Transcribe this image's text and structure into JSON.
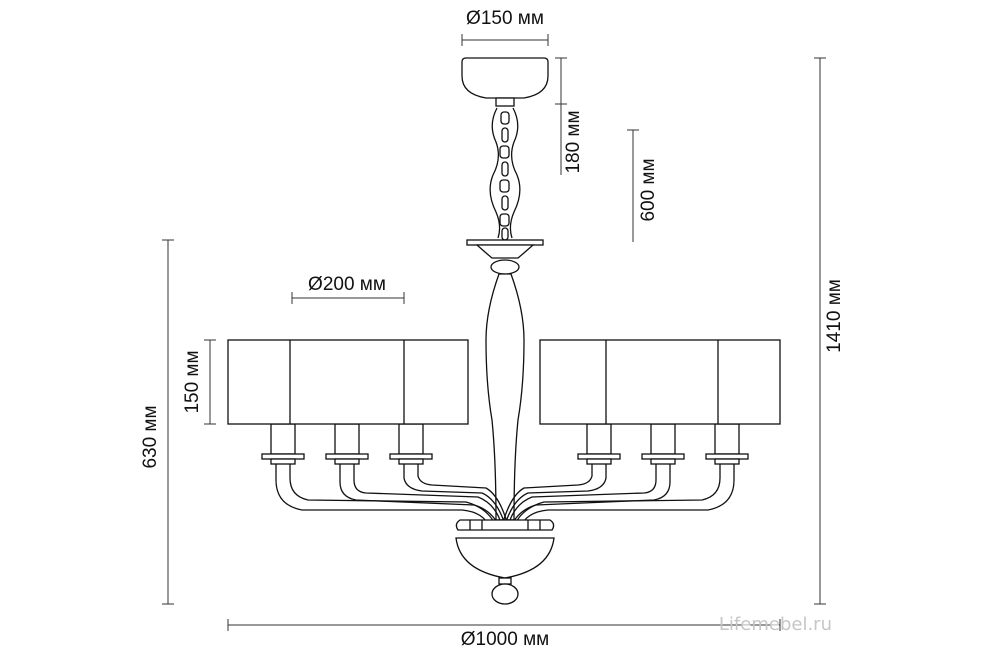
{
  "dimensions": {
    "canopy_diameter": "Ø150 мм",
    "chain_length": "180 мм",
    "adjustable_height": "600 мм",
    "shade_diameter": "Ø200 мм",
    "shade_height": "150 мм",
    "body_height": "630 мм",
    "total_height": "1410 мм",
    "total_diameter": "Ø1000 мм"
  },
  "watermark": "Lifemebel.ru",
  "colors": {
    "line": "#111111",
    "watermark": "#c6c6c6",
    "background": "#ffffff"
  }
}
